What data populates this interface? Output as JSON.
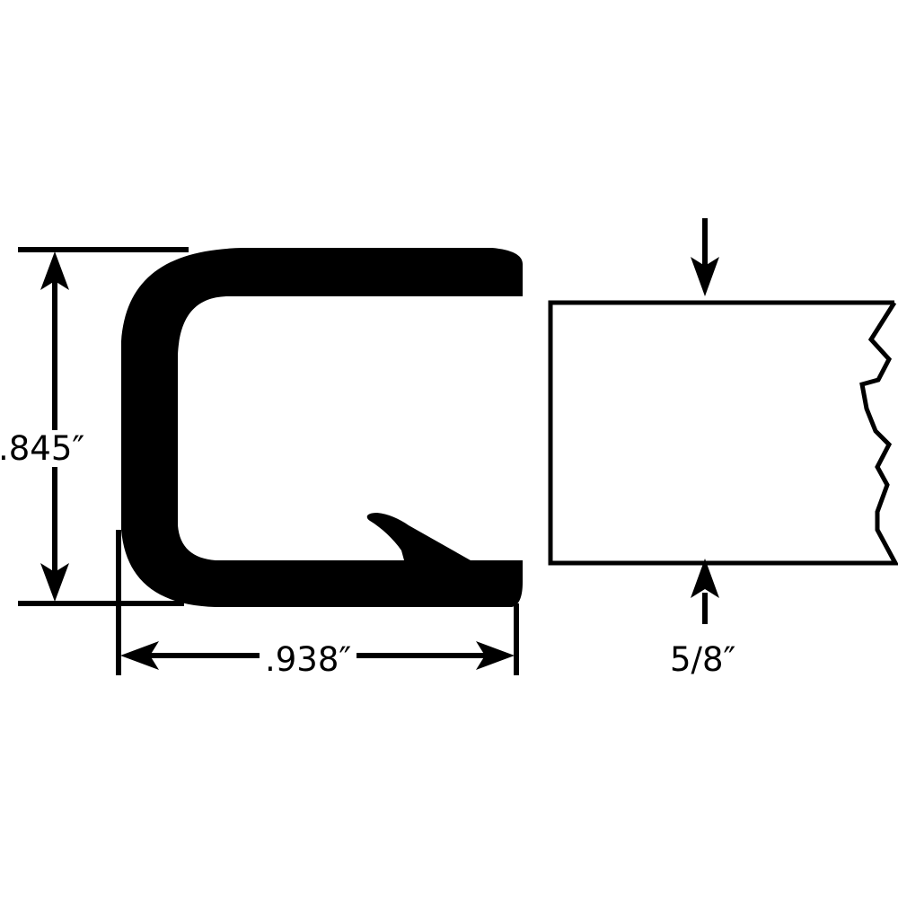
{
  "diagram": {
    "title": "Edge trim seal profile dimensions",
    "colors": {
      "ink": "#000000",
      "background": "#ffffff"
    },
    "profile": {
      "shape": "C-channel trim seal with inner gripping lip",
      "dimensions": {
        "height": {
          "label": ".845″",
          "value_in": 0.845,
          "orientation": "vertical"
        },
        "width": {
          "label": ".938″",
          "value_in": 0.938,
          "orientation": "horizontal"
        }
      }
    },
    "panel": {
      "shape": "flat panel edge with broken (jagged) right side",
      "dimensions": {
        "thickness": {
          "label": "5/8″",
          "value_in": 0.625,
          "orientation": "vertical"
        }
      }
    }
  }
}
